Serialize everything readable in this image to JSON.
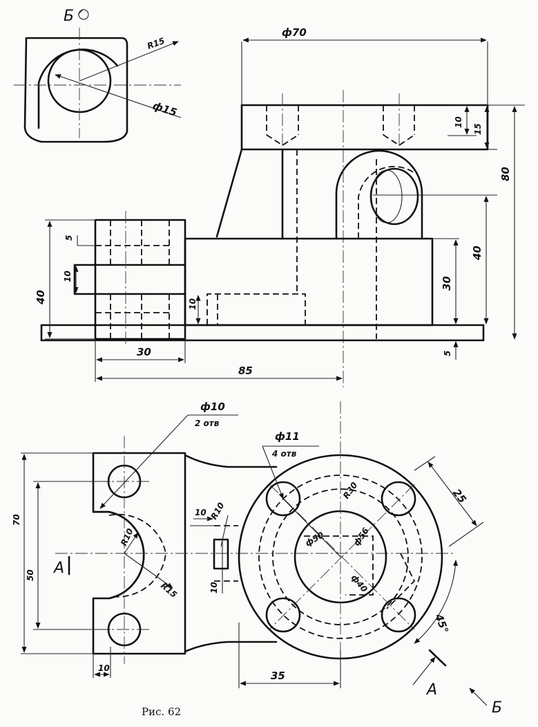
{
  "caption": "Рис. 62",
  "view_label_b": "Б",
  "section_label": "A",
  "dimensions": {
    "view_b": {
      "r15": "R15",
      "d15": "ф15"
    },
    "front": {
      "d70": "ф70",
      "d10": "10",
      "d15": "15",
      "d80": "80",
      "d40": "40",
      "d30": "30",
      "d5b": "5",
      "d5": "5",
      "d10l": "10",
      "d40l": "40",
      "d10i": "10",
      "d30b": "30",
      "d85": "85"
    },
    "plan": {
      "holes10": "ф10",
      "holes10_count": "2 отв",
      "holes11": "ф11",
      "holes11_count": "4 отв",
      "d25": "25",
      "d70": "70",
      "d50": "50",
      "r10": "R10",
      "r15": "R15",
      "d10": "10",
      "r10b": "R10",
      "d10v": "10",
      "d10b": "10",
      "d35": "35",
      "d50c": "ф50",
      "d56": "ф56",
      "d40c": "ф40",
      "r30": "R30",
      "a45": "45°"
    }
  }
}
